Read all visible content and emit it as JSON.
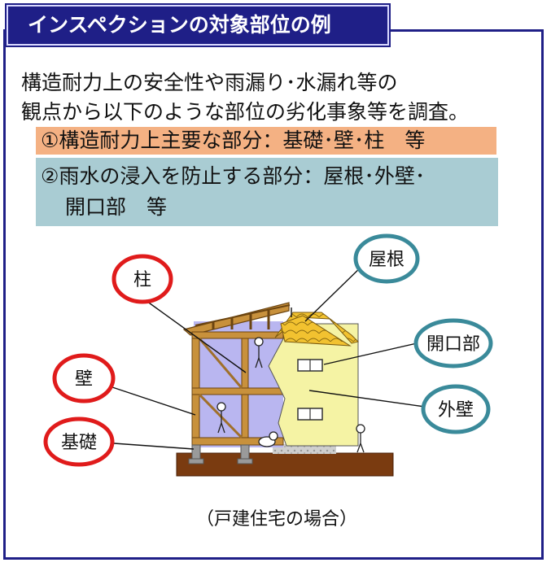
{
  "title": "インスペクションの対象部位の例",
  "intro": {
    "line1": "構造耐力上の安全性や雨漏り･水漏れ等の",
    "line2": "観点から以下のような部位の劣化事象等を調査。"
  },
  "item1": "①構造耐力上主要な部分：基礎･壁･柱　等",
  "item2": {
    "line1": "②雨水の浸入を防止する部分：屋根･外壁･",
    "line2": "開口部　等"
  },
  "labels": {
    "pillar": "柱",
    "wall": "壁",
    "foundation": "基礎",
    "roof": "屋根",
    "opening": "開口部",
    "exterior_wall": "外壁"
  },
  "colors": {
    "structural": "#e01b1b",
    "waterproof": "#3a8a9a",
    "title_bg": "#1f1f87",
    "item1_bg": "#f4b183",
    "item2_bg": "#a9ccd3"
  },
  "caption": "（戸建住宅の場合）"
}
